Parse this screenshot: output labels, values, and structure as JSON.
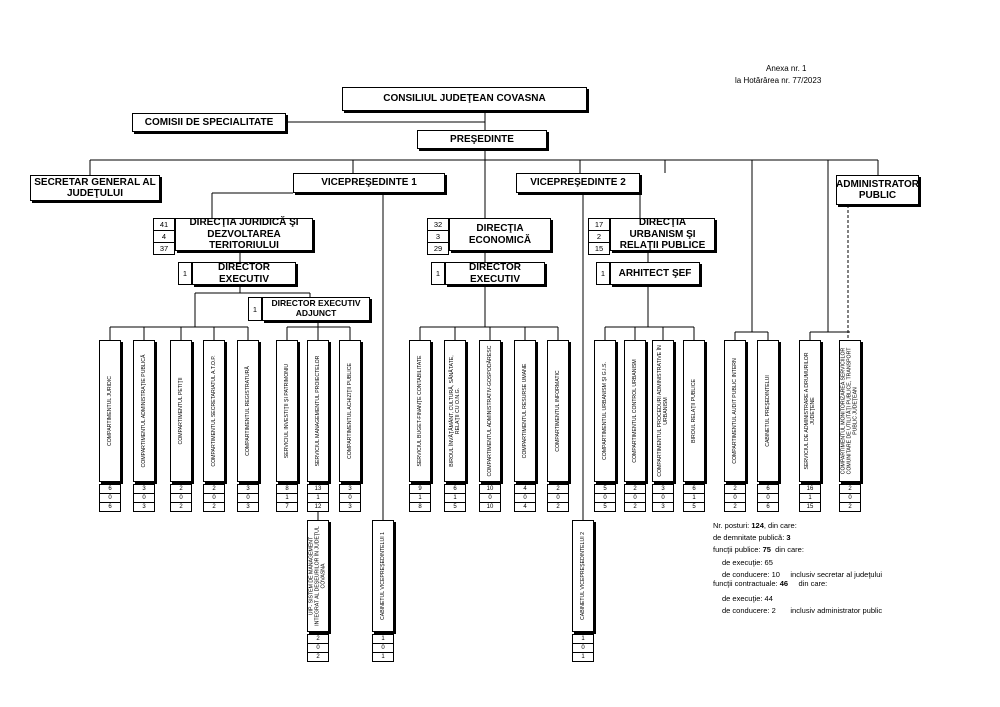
{
  "annex": {
    "line1": "Anexa nr. 1",
    "line2": "la Hotărârea nr. 77/2023"
  },
  "top": {
    "council": "CONSILIUL JUDEŢEAN COVASNA",
    "commissions": "COMISII DE SPECIALITATE",
    "president": "PREŞEDINTE",
    "secretary": "SECRETAR GENERAL AL JUDEŢULUI",
    "vp1": "VICEPREŞEDINTE 1",
    "vp2": "VICEPREŞEDINTE 2",
    "admin": "ADMINISTRATOR PUBLIC"
  },
  "directions": {
    "juridica": {
      "label": "DIRECŢIA JURIDICĂ ŞI DEZVOLTAREA TERITORIULUI",
      "nums": [
        "41",
        "4",
        "37"
      ]
    },
    "economica": {
      "label": "DIRECŢIA ECONOMICĂ",
      "nums": [
        "32",
        "3",
        "29"
      ]
    },
    "urbanism": {
      "label": "DIRECŢIA URBANISM ŞI RELAŢII PUBLICE",
      "nums": [
        "17",
        "2",
        "15"
      ]
    }
  },
  "executives": {
    "dir_exec_1": {
      "num": "1",
      "label": "DIRECTOR EXECUTIV"
    },
    "dir_exec_adj": {
      "num": "1",
      "label": "DIRECTOR EXECUTIV ADJUNCT"
    },
    "dir_exec_2": {
      "num": "1",
      "label": "DIRECTOR EXECUTIV"
    },
    "arhitect": {
      "num": "1",
      "label": "ARHITECT ŞEF"
    }
  },
  "units": [
    {
      "label": "COMPARTIMENTUL JURIDIC",
      "nums": [
        "6",
        "0",
        "6"
      ]
    },
    {
      "label": "COMPARTIMENTUL ADMINISTRAŢIE PUBLICĂ",
      "nums": [
        "3",
        "0",
        "3"
      ]
    },
    {
      "label": "COMPARTIMENTUL PETIŢII",
      "nums": [
        "2",
        "0",
        "2"
      ]
    },
    {
      "label": "COMPARTIMENTUL SECRETARIATUL A.T.O.P.",
      "nums": [
        "2",
        "0",
        "2"
      ]
    },
    {
      "label": "COMPARTIMENTUL REGISTRATURĂ",
      "nums": [
        "3",
        "0",
        "3"
      ]
    },
    {
      "label": "SERVICIUL INVESTIŢII ŞI PATRIMONIU",
      "nums": [
        "8",
        "1",
        "7"
      ]
    },
    {
      "label": "SERVICIUL MANAGEMENTUL PROIECTELOR",
      "nums": [
        "13",
        "1",
        "12"
      ]
    },
    {
      "label": "COMPARTIMENTUL ACHIZIŢII PUBLICE",
      "nums": [
        "3",
        "0",
        "3"
      ]
    },
    {
      "label": "SERVICIUL BUGET-FINANŢE CONTABILITATE",
      "nums": [
        "9",
        "1",
        "8"
      ]
    },
    {
      "label": "BIROUL ÎNVĂŢĂMÂNT, CULTURĂ, SĂNĂTATE, RELAŢII CU O.N.G.",
      "nums": [
        "6",
        "1",
        "5"
      ]
    },
    {
      "label": "COMPARTIMENTUL ADMINISTRATIV-GOSPODĂRESC",
      "nums": [
        "10",
        "0",
        "10"
      ]
    },
    {
      "label": "COMPARTIMENTUL RESURSE UMANE",
      "nums": [
        "4",
        "0",
        "4"
      ]
    },
    {
      "label": "COMPARTIMENTUL INFORMATIC",
      "nums": [
        "2",
        "0",
        "2"
      ]
    },
    {
      "label": "COMPARTIMENTUL URBANISM ŞI G.I.S.",
      "nums": [
        "5",
        "0",
        "5"
      ]
    },
    {
      "label": "COMPARTIMENTUL CONTROL URBANISM",
      "nums": [
        "2",
        "0",
        "2"
      ]
    },
    {
      "label": "COMPARTIMENTUL PROCEDURI ADMINISTRATIVE ÎN URBANISM",
      "nums": [
        "3",
        "0",
        "3"
      ]
    },
    {
      "label": "BIROUL RELAŢII PUBLICE",
      "nums": [
        "6",
        "1",
        "5"
      ]
    },
    {
      "label": "COMPARTIMENTUL AUDIT PUBLIC INTERN",
      "nums": [
        "2",
        "0",
        "2"
      ]
    },
    {
      "label": "CABINETUL PREŞEDINTELUI",
      "nums": [
        "6",
        "0",
        "6"
      ]
    },
    {
      "label": "SERVICIUL DE ADMINISTRARE A DRUMURILOR JUDEŢENE",
      "nums": [
        "16",
        "1",
        "15"
      ]
    },
    {
      "label": "COMPARTIMENTUL MONITORIZAREA SERVICIILOR COMUNITARE DE UTILITĂŢI PUBLICE, TRANSPORT PUBLIC JUDEŢEAN",
      "nums": [
        "2",
        "0",
        "2"
      ]
    }
  ],
  "lower_units": [
    {
      "label": "UIP- SISTEM DE MANAGEMENT INTEGRAT AL DEŞEURILOR ÎN JUDEŢUL COVASNA",
      "nums": [
        "2",
        "0",
        "2"
      ]
    },
    {
      "label": "CABINETUL VICEPREŞEDINTELUI 1",
      "nums": [
        "1",
        "0",
        "1"
      ]
    },
    {
      "label": "CABINETUL VICEPREŞEDINTELUI 2",
      "nums": [
        "1",
        "0",
        "1"
      ]
    }
  ],
  "summary": {
    "l1a": "Nr. posturi:",
    "l1b": "124",
    "l1c": ", din care:",
    "l2a": "de demnitate publică: ",
    "l2b": "3",
    "l3a": "funcţii publice:",
    "l3b": "75",
    "l3c": "din care:",
    "l4": "de execuţie: 65",
    "l5a": "de conducere: 10",
    "l5b": "inclusiv secretar al judeţului",
    "l6a": "funcţii contractuale:",
    "l6b": "46",
    "l6c": "din care:",
    "l7": "de execuţie: 44",
    "l8a": "de conducere:   2",
    "l8b": "inclusiv administrator public"
  }
}
